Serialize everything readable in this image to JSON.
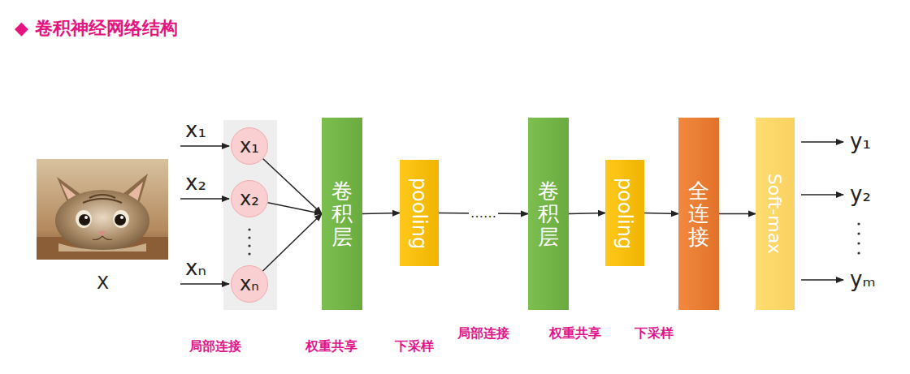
{
  "diagram": {
    "title": "◆ 卷积神经网络结构",
    "nodes": [
      {
        "text": [
          "x₁"
        ]
      },
      {
        "text": [
          "x₂"
        ]
      },
      {
        "text": [
          "xₙ"
        ]
      },
      {
        "text": [
          "卷积层"
        ]
      },
      {
        "text": [
          "pooling"
        ]
      },
      {
        "text": [
          "卷积层"
        ]
      },
      {
        "text": [
          "pooling"
        ]
      },
      {
        "text": [
          "全连接"
        ]
      },
      {
        "text": [
          "Soft-max"
        ]
      }
    ],
    "edges": [
      {
        "from": 0,
        "to": 3,
        "arrow": "to"
      },
      {
        "from": 1,
        "to": 3,
        "arrow": "to"
      },
      {
        "from": 2,
        "to": 3,
        "arrow": "to"
      },
      {
        "from": 3,
        "to": 4,
        "arrow": "to"
      },
      {
        "from": 4,
        "to": 5,
        "arrow": "to",
        "label": "……"
      },
      {
        "from": 5,
        "to": 6,
        "arrow": "to"
      },
      {
        "from": 6,
        "to": 7,
        "arrow": "to"
      },
      {
        "from": 7,
        "to": 8,
        "arrow": "to"
      }
    ],
    "labels": [
      "x₁",
      "x₂",
      "xₙ",
      "X",
      "y₁",
      "y₂",
      "yₘ",
      "局部连接",
      "权重共享",
      "下采样",
      "局部连接",
      "权重共享",
      "下采样"
    ]
  }
}
